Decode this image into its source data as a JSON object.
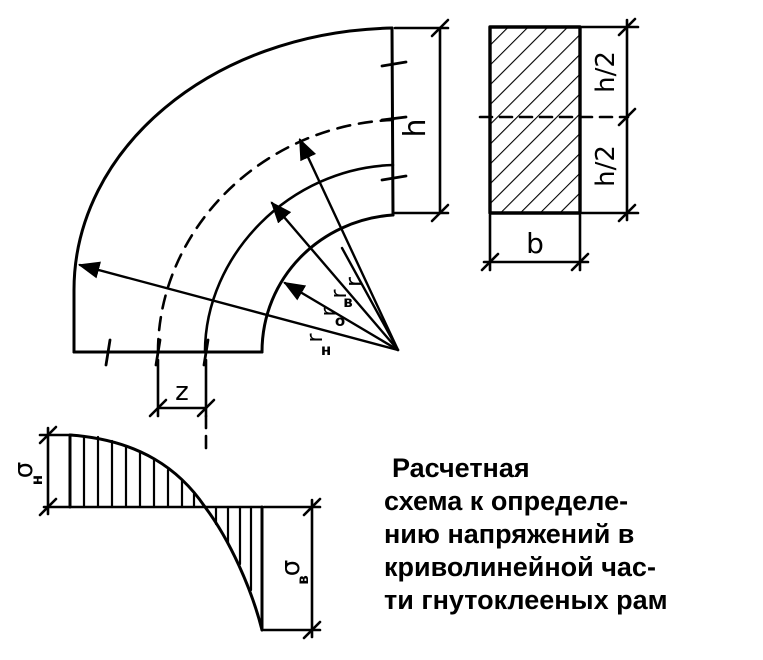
{
  "diagram": {
    "labels": {
      "height": "h",
      "half_height_top": "h/2",
      "half_height_bottom": "h/2",
      "width": "b",
      "offset": "z",
      "radius": "r",
      "radius_outer": "r",
      "radius_mid": "r",
      "radius_inner": "r",
      "sub_outer": "н",
      "sub_mid": "o",
      "sub_inner": "в",
      "stress_top": "σ",
      "stress_top_sub": "н",
      "stress_bottom": "σ",
      "stress_bottom_sub": "в"
    },
    "caption": [
      "Расчетная",
      "схема к определе-",
      "нию напряжений в",
      "криволинейной час-",
      "ти гнутоклееных рам"
    ]
  }
}
